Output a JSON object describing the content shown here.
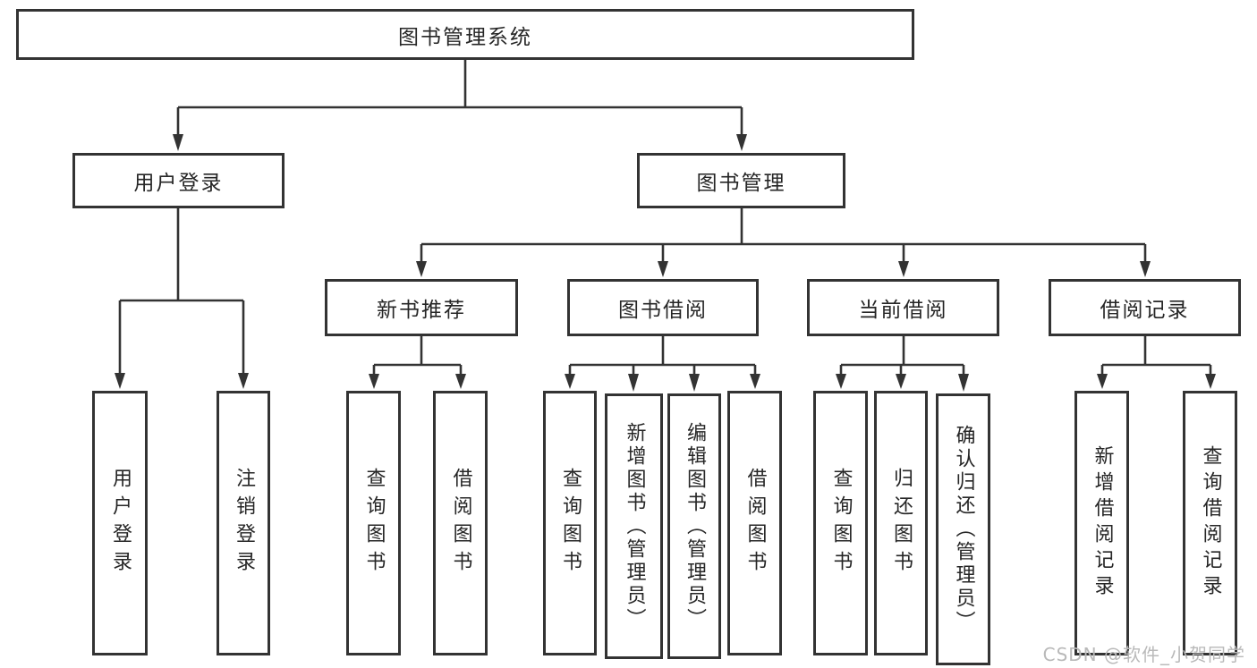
{
  "title": "图书管理系统",
  "colors": {
    "line": "#333333",
    "box_border": "#333333",
    "text": "#262626",
    "watermark": "#b9b9b9",
    "background": "#ffffff"
  },
  "nodes": {
    "root": {
      "label": "图书管理系统"
    },
    "level2": [
      {
        "label": "用户登录"
      },
      {
        "label": "图书管理"
      }
    ],
    "level3": [
      {
        "label": "新书推荐",
        "parent": "图书管理"
      },
      {
        "label": "图书借阅",
        "parent": "图书管理"
      },
      {
        "label": "当前借阅",
        "parent": "图书管理"
      },
      {
        "label": "借阅记录",
        "parent": "图书管理"
      }
    ],
    "leaves": [
      {
        "label": "用户登录",
        "parent": "用户登录"
      },
      {
        "label": "注销登录",
        "parent": "用户登录"
      },
      {
        "label": "查询图书",
        "parent": "新书推荐"
      },
      {
        "label": "借阅图书",
        "parent": "新书推荐"
      },
      {
        "label": "查询图书",
        "parent": "图书借阅"
      },
      {
        "label": "新增图书（管理员）",
        "parent": "图书借阅"
      },
      {
        "label": "编辑图书（管理员）",
        "parent": "图书借阅"
      },
      {
        "label": "借阅图书",
        "parent": "图书借阅"
      },
      {
        "label": "查询图书",
        "parent": "当前借阅"
      },
      {
        "label": "归还图书",
        "parent": "当前借阅"
      },
      {
        "label": "确认归还（管理员）",
        "parent": "当前借阅"
      },
      {
        "label": "新增借阅记录",
        "parent": "借阅记录"
      },
      {
        "label": "查询借阅记录",
        "parent": "借阅记录"
      }
    ]
  },
  "watermark": {
    "text": "CSDN @软件_小贺同学"
  }
}
